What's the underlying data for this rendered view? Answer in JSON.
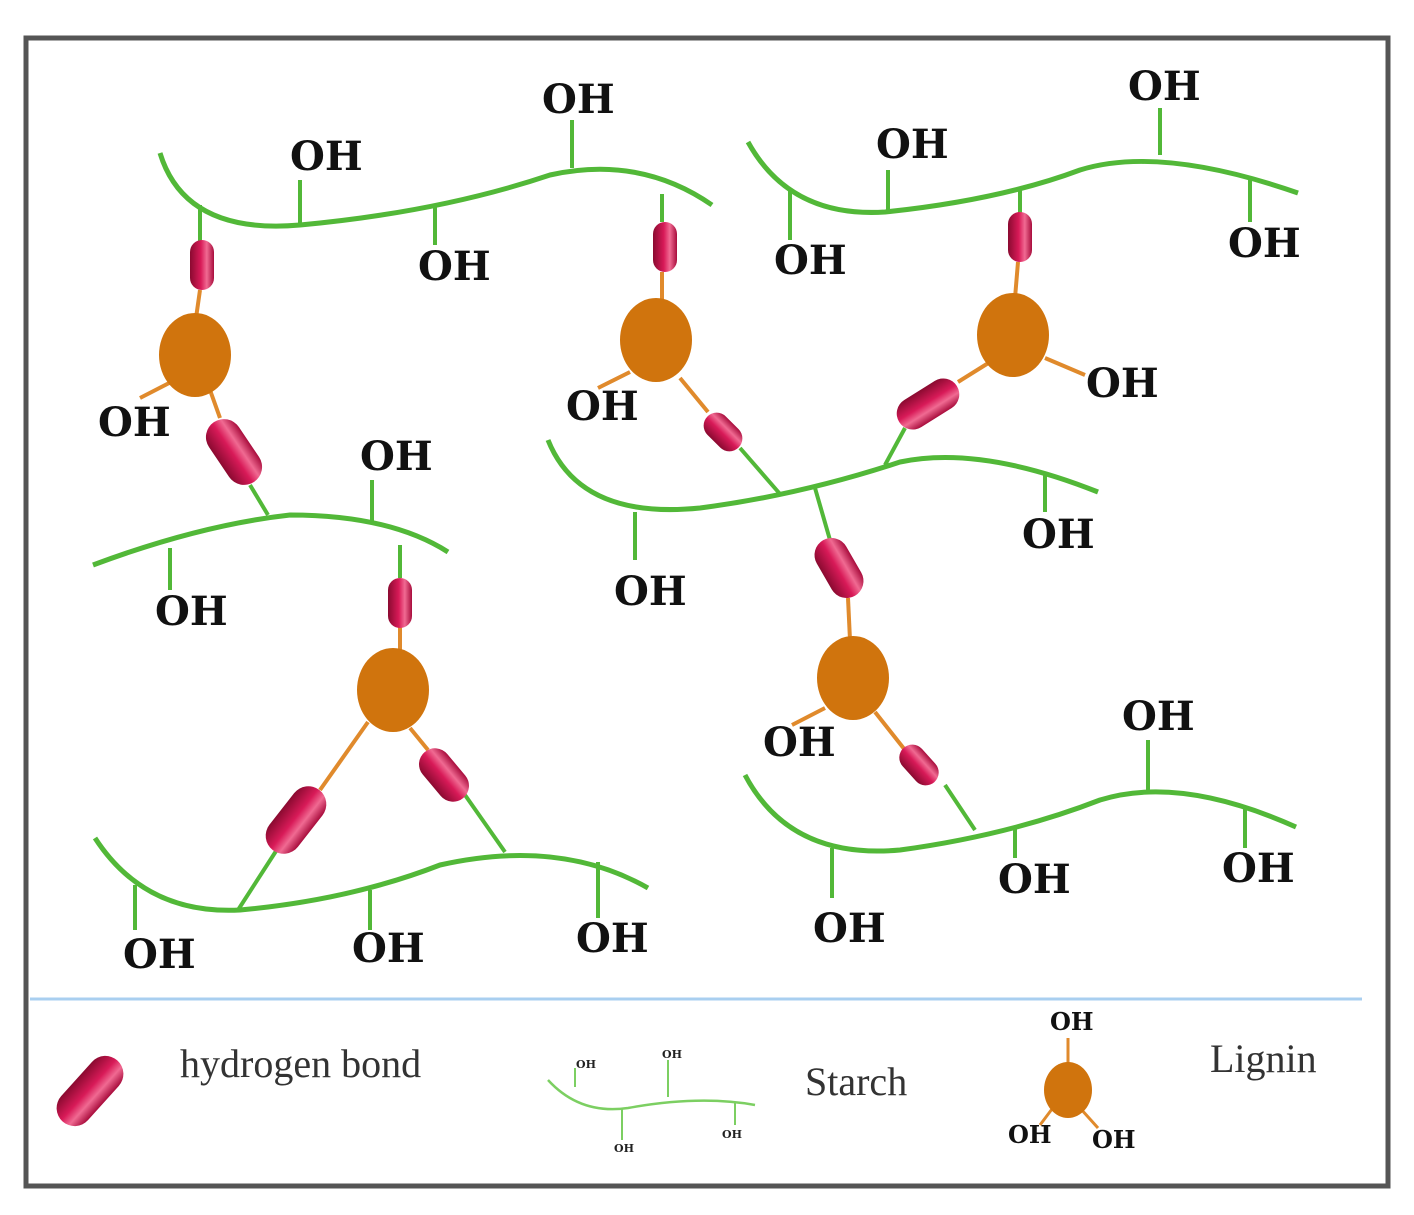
{
  "diagram": {
    "group_label": "OH",
    "colors": {
      "starch": "#52b838",
      "lignin": "#d0740d",
      "lignin_link": "#e08a2c",
      "hydrogen_bond": "#c8104a",
      "hydrogen_bond_highlight": "#f06a92",
      "frame": "#555555",
      "legend_divider": "#a9cff0"
    }
  },
  "legend": {
    "hydrogen_bond_label": "hydrogen bond",
    "starch_label": "Starch",
    "lignin_label": "Lignin",
    "starch_icon_group_label": "OH",
    "lignin_icon_group_label": "OH"
  }
}
